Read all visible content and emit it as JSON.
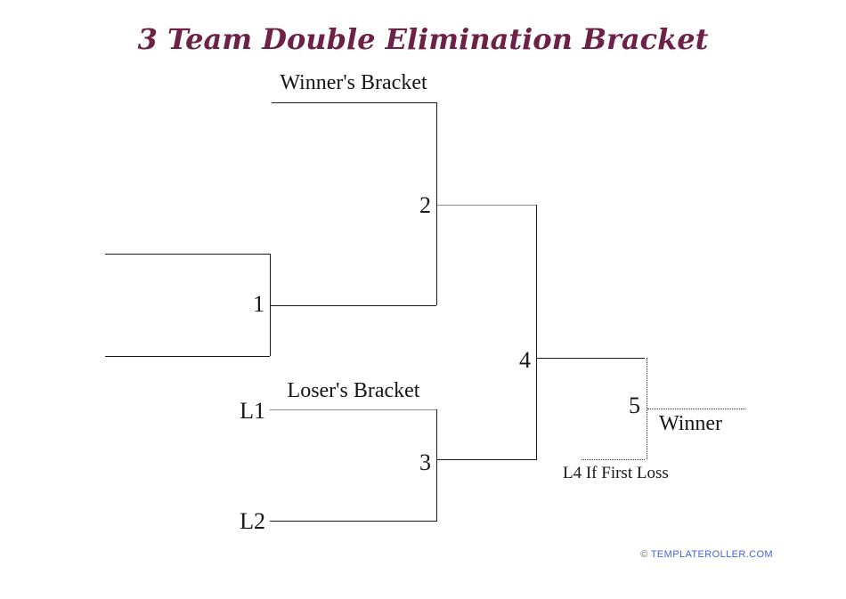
{
  "page": {
    "title": "3 Team Double Elimination Bracket",
    "title_color": "#6D2146",
    "background_color": "#FFFFFF"
  },
  "winners_bracket": {
    "label": "Winner's Bracket",
    "match1_label": "1",
    "match2_label": "2"
  },
  "losers_bracket": {
    "label": "Loser's Bracket",
    "seed1_label": "L1",
    "seed2_label": "L2",
    "match3_label": "3"
  },
  "finals": {
    "match4_label": "4",
    "match5_label": "5",
    "winner_label": "Winner",
    "l4_note": "L4 If First Loss"
  },
  "footer": {
    "copyright_symbol": "©",
    "site_link": "TEMPLATEROLLER.COM",
    "link_color": "#4264DC"
  }
}
